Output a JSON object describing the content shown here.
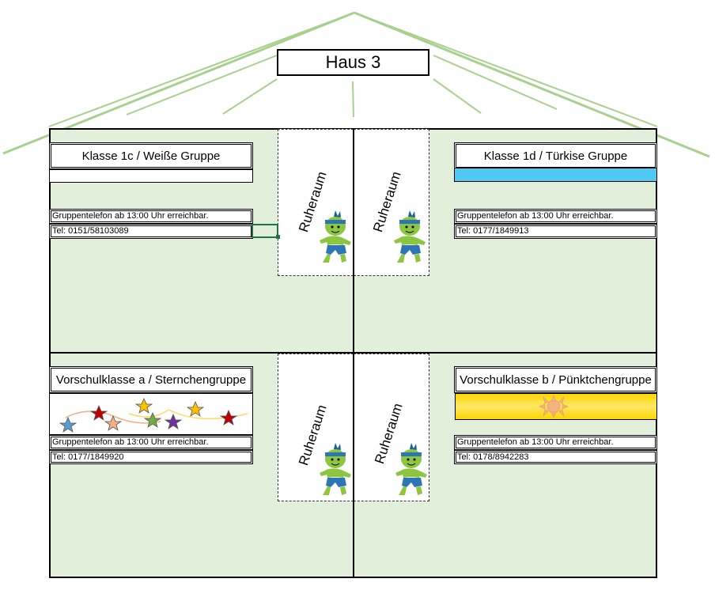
{
  "house": {
    "title": "Haus 3"
  },
  "rest_room": {
    "label": "Ruheraum"
  },
  "classes": [
    {
      "name": "Klasse 1c / Weiße Gruppe",
      "color": "#ffffff",
      "info": "Gruppentelefon ab 13:00 Uhr erreichbar.",
      "phone": "Tel: 0151/58103089"
    },
    {
      "name": "Klasse 1d / Türkise Gruppe",
      "color": "#4fc8f2",
      "info": "Gruppentelefon ab 13:00 Uhr erreichbar.",
      "phone": "Tel: 0177/1849913"
    },
    {
      "name": "Vorschulklasse a / Sternchengruppe",
      "decoration": "stars-icon",
      "info": "Gruppentelefon ab 13:00 Uhr erreichbar.",
      "phone": "Tel: 0177/1849920"
    },
    {
      "name": "Vorschulklasse b / Pünktchengruppe",
      "decoration": "sun-icon",
      "color": "#ffd400",
      "info": "Gruppentelefon ab 13:00 Uhr erreichbar.",
      "phone": "Tel: 0178/8942283"
    }
  ],
  "colors": {
    "roof": "#a9d18e",
    "house_fill": "#e2efda",
    "selection": "#217346"
  }
}
